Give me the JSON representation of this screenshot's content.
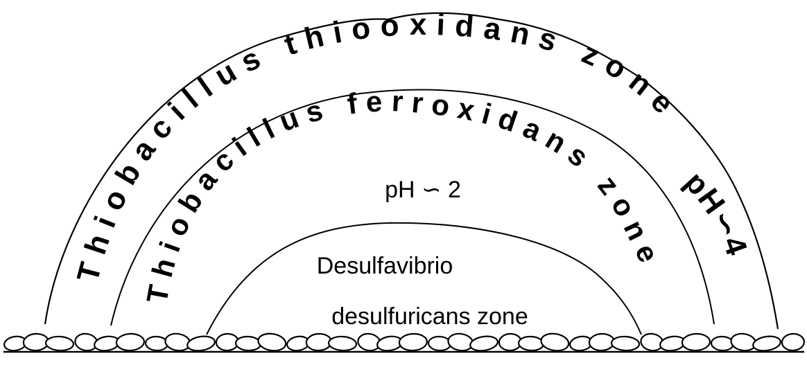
{
  "outer_zone": {
    "label": "Thiobacillus thiooxidans zone",
    "ph": "pH∽4"
  },
  "middle_zone": {
    "label": "Thiobacillus ferroxidans zone",
    "ph": "pH ∽ 2"
  },
  "inner_zone": {
    "line1": "Desulfavibrio",
    "line2": "desulfuricans zone"
  },
  "colors": {
    "line": "#000000",
    "background": "#ffffff"
  }
}
